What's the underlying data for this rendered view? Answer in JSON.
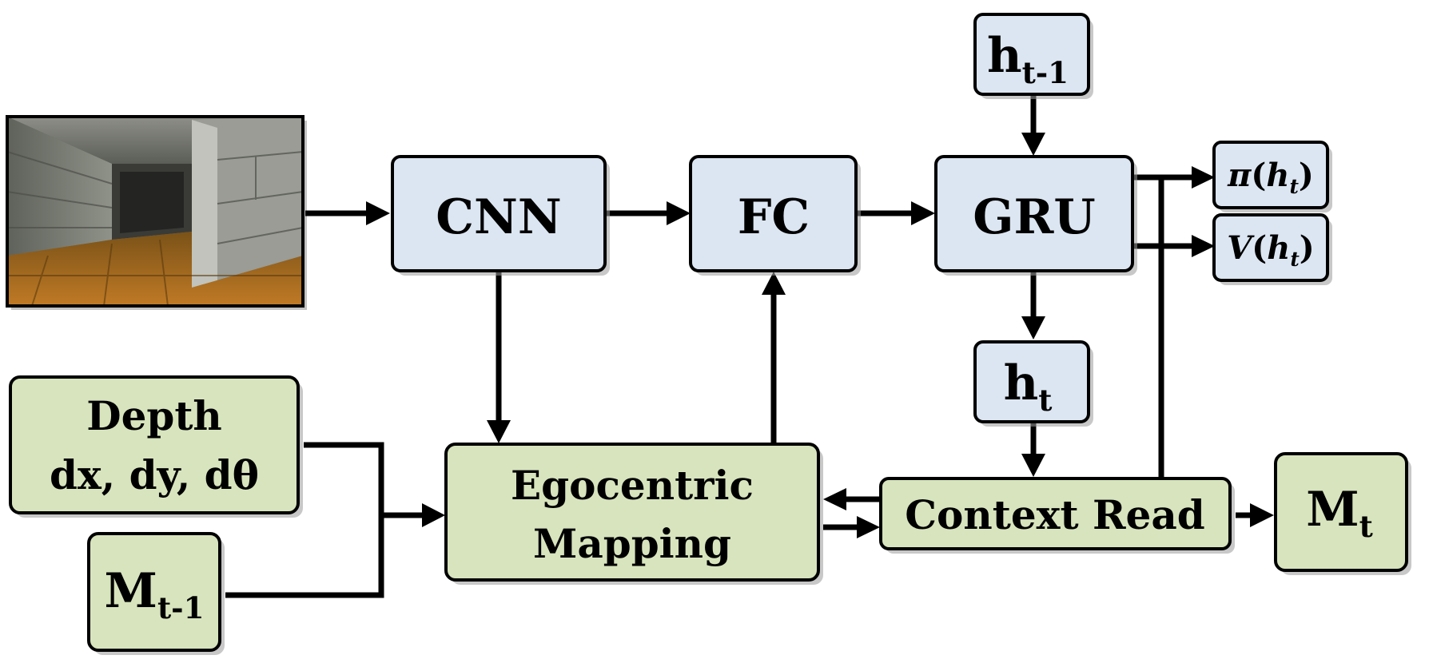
{
  "nodes": {
    "cnn": "CNN",
    "fc": "FC",
    "gru": "GRU",
    "h_prev": {
      "base": "h",
      "sub": "t-1"
    },
    "h_t": {
      "base": "h",
      "sub": "t"
    },
    "policy": {
      "fn": "π",
      "arg": "h",
      "sub": "t"
    },
    "value": {
      "fn": "V",
      "arg": "h",
      "sub": "t"
    },
    "depth": {
      "line1": "Depth",
      "line2": "dx, dy, dθ"
    },
    "m_prev": {
      "base": "M",
      "sub": "t-1"
    },
    "ego": {
      "line1": "Egocentric",
      "line2": "Mapping"
    },
    "context": "Context Read",
    "m_t": {
      "base": "M",
      "sub": "t"
    }
  },
  "colors": {
    "box_blue": "#dce6f2",
    "box_green": "#d7e4bd",
    "stroke": "#000000"
  },
  "image": {
    "description_icon": "maze-scene-image"
  }
}
